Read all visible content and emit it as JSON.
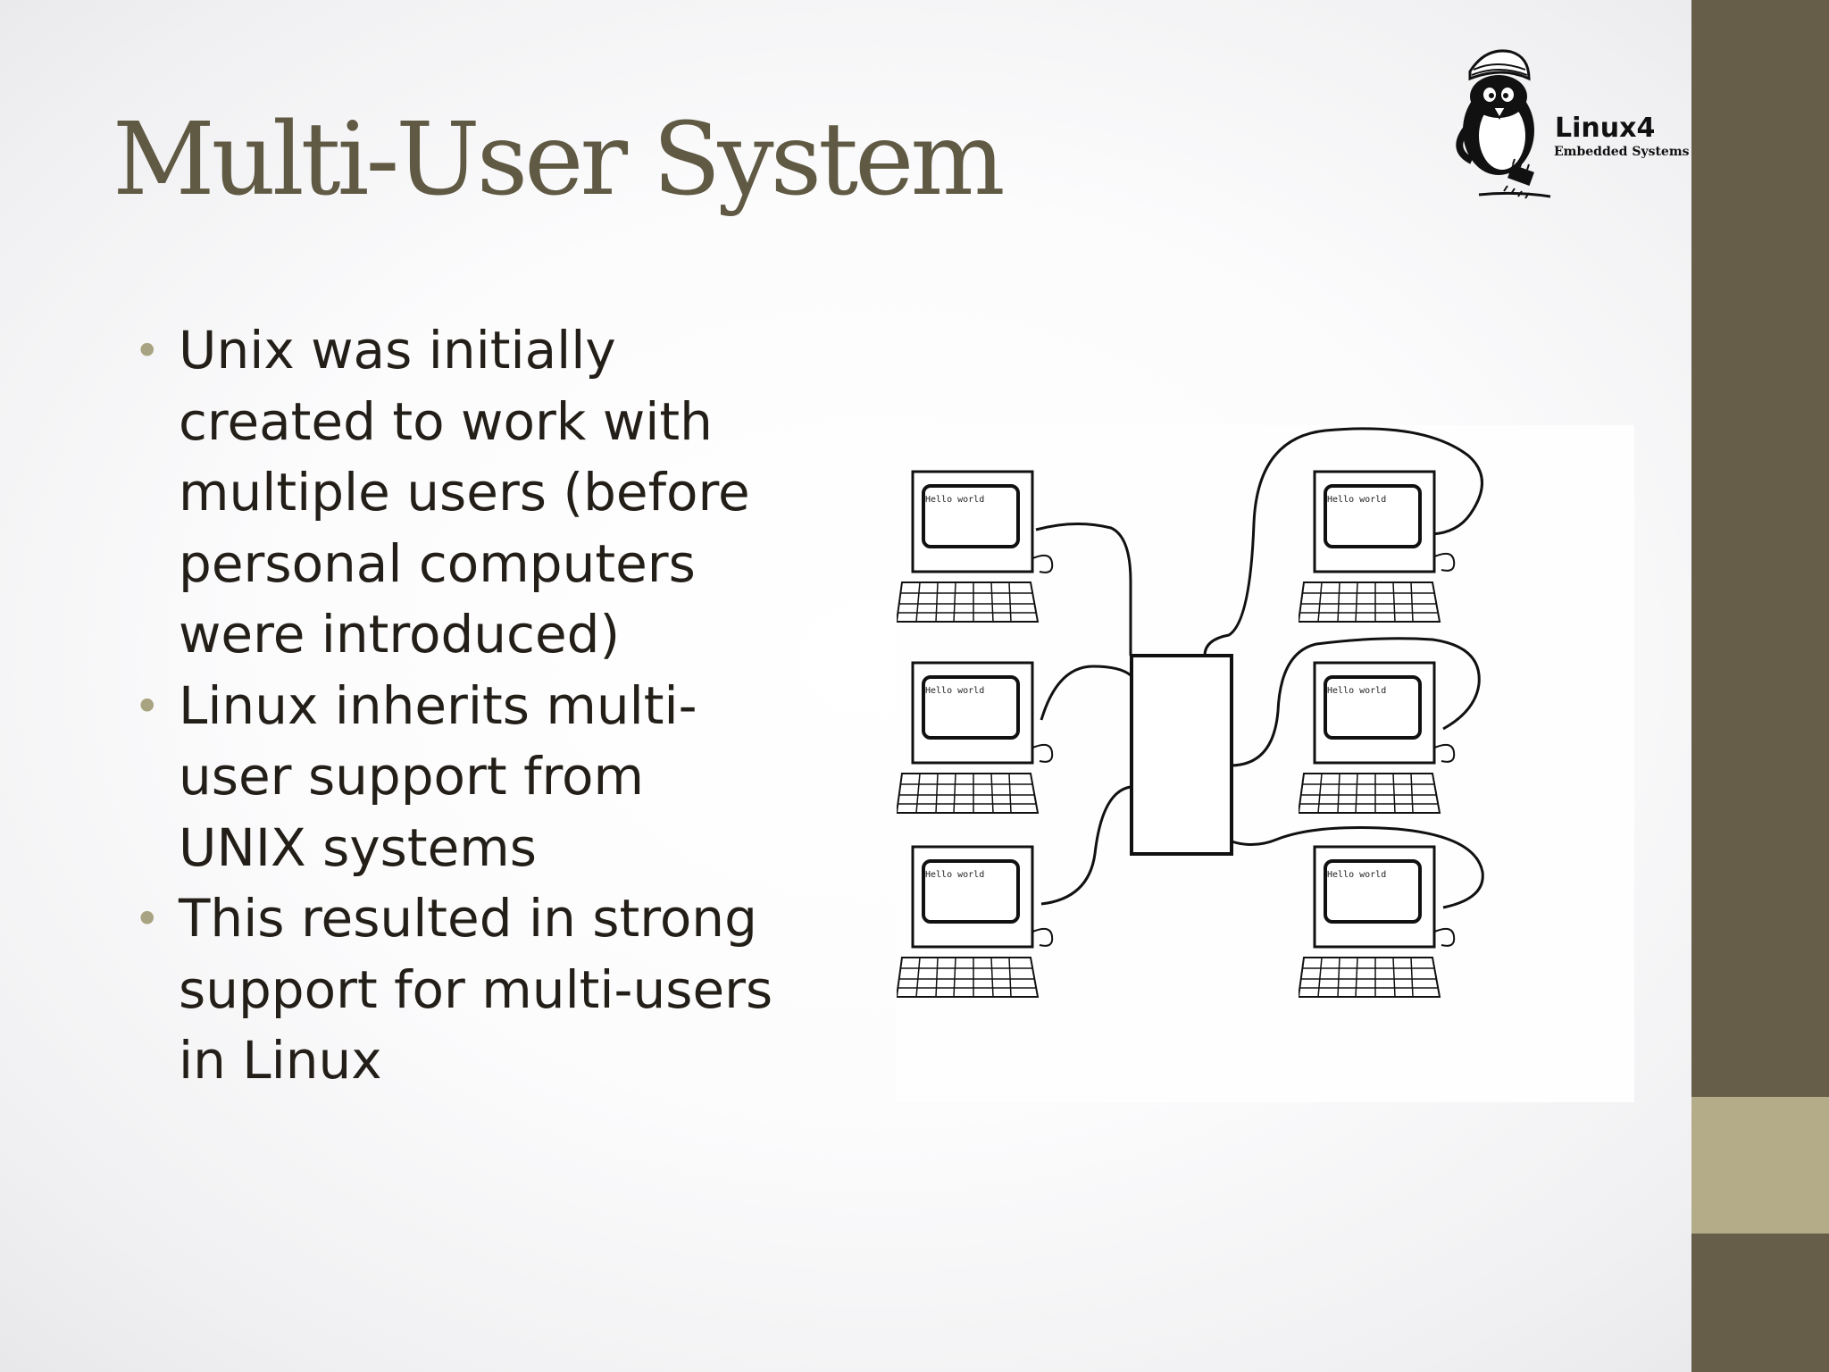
{
  "slide": {
    "title": "Multi-User System",
    "bullets": [
      {
        "lines": [
          "Unix was initially",
          "created to work with",
          "multiple users (before",
          "personal computers",
          "were introduced)"
        ]
      },
      {
        "lines": [
          "Linux inherits multi-",
          "user support from",
          "UNIX systems"
        ]
      },
      {
        "lines": [
          "This resulted in strong",
          "support for multi-users",
          "in Linux"
        ]
      }
    ],
    "bullet_glyph": "•"
  },
  "logo": {
    "wordmark": "Linux4",
    "tagline": "Embedded Systems",
    "icon": "penguin-icon"
  },
  "diagram": {
    "terminal_screen_text": "Hello world",
    "terminals": [
      "terminal-left-1",
      "terminal-left-2",
      "terminal-left-3",
      "terminal-right-1",
      "terminal-right-2",
      "terminal-right-3"
    ]
  },
  "theme": {
    "title_color": "#605a44",
    "sidebar_color": "#675e49",
    "sidebar_accent": "#b4ab89",
    "bullet_color": "#a8a381"
  }
}
